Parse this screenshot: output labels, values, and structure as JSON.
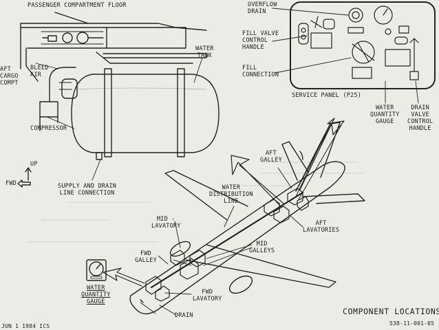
{
  "labels": {
    "passenger_floor": "PASSENGER COMPARTMENT FLOOR",
    "overflow_drain": [
      "OVERFLOW",
      "DRAIN"
    ],
    "fill_valve": [
      "FILL VALVE",
      "CONTROL",
      "HANDLE"
    ],
    "fill_connection": [
      "FILL",
      "CONNECTION"
    ],
    "service_panel": "SERVICE PANEL (P25)",
    "water_quantity_gauge_panel": [
      "WATER",
      "QUANTITY",
      "GAUGE"
    ],
    "drain_valve": [
      "DRAIN",
      "VALVE",
      "CONTROL",
      "HANDLE"
    ],
    "aft_cargo": [
      "AFT",
      "CARGO",
      "COMPT"
    ],
    "bleed_air": [
      "BLEED",
      "AIR"
    ],
    "water_tank": [
      "WATER",
      "TANK"
    ],
    "compressor": "COMPRESSOR",
    "up": "UP",
    "fwd_arrow": "FWD",
    "supply_drain": [
      "SUPPLY AND DRAIN",
      "LINE CONNECTION"
    ],
    "aft_galley": [
      "AFT",
      "GALLEY"
    ],
    "water_distribution": [
      "WATER",
      "DISTRIBUTION",
      "LINE"
    ],
    "aft_lavatories": [
      "AFT",
      "LAVATORIES"
    ],
    "mid_lavatory": [
      "MID -",
      "LAVATORY"
    ],
    "mid_galleys": [
      "MID",
      "GALLEYS"
    ],
    "fwd_galley": [
      "FWD",
      "GALLEY"
    ],
    "water_quantity_gauge_fwd": [
      "WATER",
      "QUANTITY",
      "GAUGE"
    ],
    "fwd_lavatory": [
      "FWD",
      "LAVATORY"
    ],
    "drain": "DRAIN",
    "title": "COMPONENT LOCATIONS",
    "doc_number": "538-11-001-05",
    "date_stamp": "JUN 1 1984  ICS"
  }
}
